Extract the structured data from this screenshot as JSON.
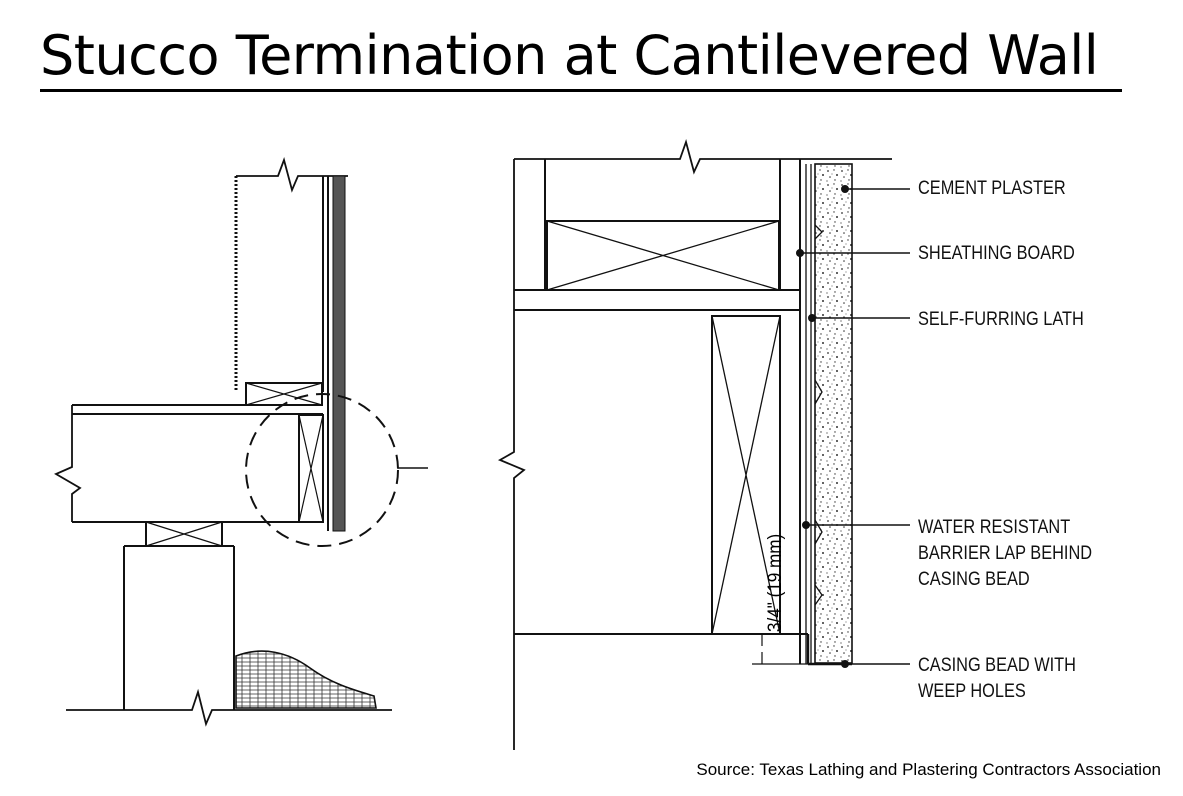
{
  "title": "Stucco Termination at Cantilevered Wall",
  "callouts": {
    "cement_plaster": "CEMENT PLASTER",
    "sheathing_board": "SHEATHING BOARD",
    "self_furring_lath": "SELF-FURRING LATH",
    "wrb_line1": "WATER RESISTANT",
    "wrb_line2": "BARRIER LAP BEHIND",
    "wrb_line3": "CASING BEAD",
    "casing_line1": "CASING BEAD WITH",
    "casing_line2": "WEEP HOLES"
  },
  "dimension": "3/4\" (19 mm)",
  "source": "Source: Texas Lathing and Plastering Contractors Association"
}
